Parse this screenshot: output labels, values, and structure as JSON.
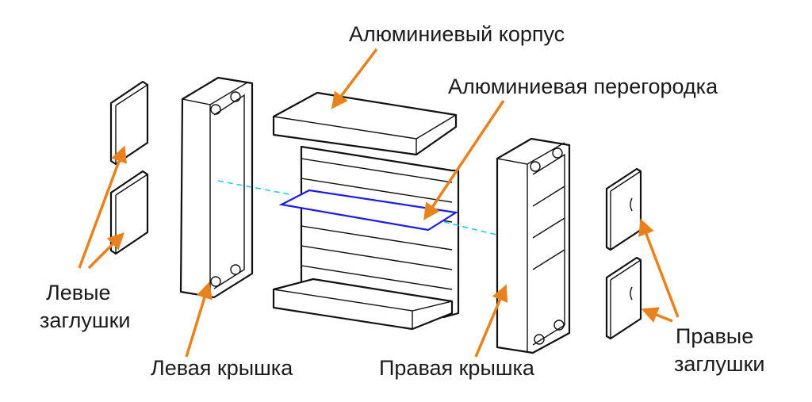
{
  "labels": {
    "body": "Алюминиевый корпус",
    "divider": "Алюминиевая перегородка",
    "left_plugs_1": "Левые",
    "left_plugs_2": "заглушки",
    "left_cover": "Левая крышка",
    "right_cover": "Правая крышка",
    "right_plugs_1": "Правые",
    "right_plugs_2": "заглушки"
  },
  "colors": {
    "arrow": "#e8821e",
    "divider": "#1a1aee",
    "axis": "#22ccee"
  }
}
